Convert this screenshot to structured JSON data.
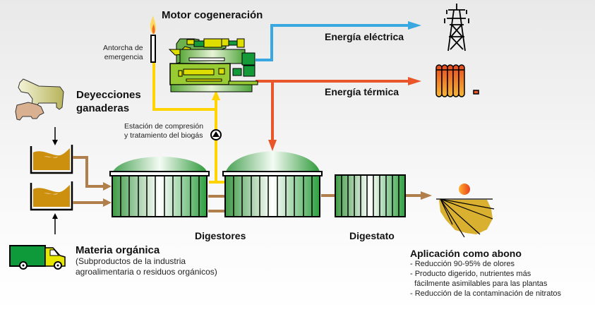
{
  "title": "Motor cogeneración",
  "labels": {
    "motor": "Motor cogeneración",
    "antorcha_line1": "Antorcha de",
    "antorcha_line2": "emergencia",
    "energia_electrica": "Energía eléctrica",
    "energia_termica": "Energía térmica",
    "deyecciones_line1": "Deyecciones",
    "deyecciones_line2": "ganaderas",
    "estacion_line1": "Estación de compresión",
    "estacion_line2": "y tratamiento del biogás",
    "digestores": "Digestores",
    "digestato": "Digestato",
    "materia_title": "Materia orgánica",
    "materia_line1": "(Subproductos de la industria",
    "materia_line2": "agroalimentaria o residuos orgánicos)",
    "aplicacion_title": "Aplicación como abono",
    "aplicacion_items": [
      "- Reducción 90-95% de olores",
      "- Producto digerido, nutrientes más",
      "  fácilmente asimilables para las plantas",
      "- Reducción de la contaminación de nitratos"
    ]
  },
  "icons": [
    "flare-torch-icon",
    "cogeneration-engine-icon",
    "power-tower-icon",
    "radiator-icon",
    "cow-icon",
    "pig-icon",
    "manure-tank-icon",
    "truck-icon",
    "digester-icon",
    "digestate-tank-icon",
    "field-sun-icon",
    "compressor-icon"
  ],
  "colors": {
    "electric": "#3aa8e0",
    "thermal": "#e8562a",
    "biogas": "#ffd400",
    "substrate": "#b07f4b",
    "digester_green": "#2f9a3a"
  }
}
